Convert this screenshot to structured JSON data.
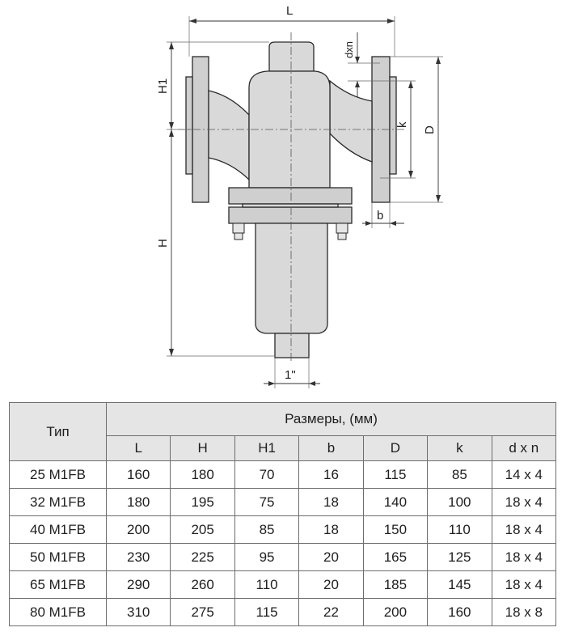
{
  "drawing": {
    "labels": {
      "L": "L",
      "H1": "H1",
      "H": "H",
      "dxn": "dxn",
      "k": "k",
      "D": "D",
      "b": "b",
      "connection": "1\""
    }
  },
  "table": {
    "type_header": "Тип",
    "group_header": "Размеры, (мм)",
    "columns": [
      "L",
      "H",
      "H1",
      "b",
      "D",
      "k",
      "d x n"
    ],
    "rows": [
      {
        "type": "25 M1FB",
        "values": [
          "160",
          "180",
          "70",
          "16",
          "115",
          "85",
          "14 x 4"
        ]
      },
      {
        "type": "32 M1FB",
        "values": [
          "180",
          "195",
          "75",
          "18",
          "140",
          "100",
          "18 x 4"
        ]
      },
      {
        "type": "40 M1FB",
        "values": [
          "200",
          "205",
          "85",
          "18",
          "150",
          "110",
          "18 x 4"
        ]
      },
      {
        "type": "50 M1FB",
        "values": [
          "230",
          "225",
          "95",
          "20",
          "165",
          "125",
          "18 x 4"
        ]
      },
      {
        "type": "65 M1FB",
        "values": [
          "290",
          "260",
          "110",
          "20",
          "185",
          "145",
          "18 x 4"
        ]
      },
      {
        "type": "80 M1FB",
        "values": [
          "310",
          "275",
          "115",
          "22",
          "200",
          "160",
          "18 x 8"
        ]
      }
    ]
  }
}
